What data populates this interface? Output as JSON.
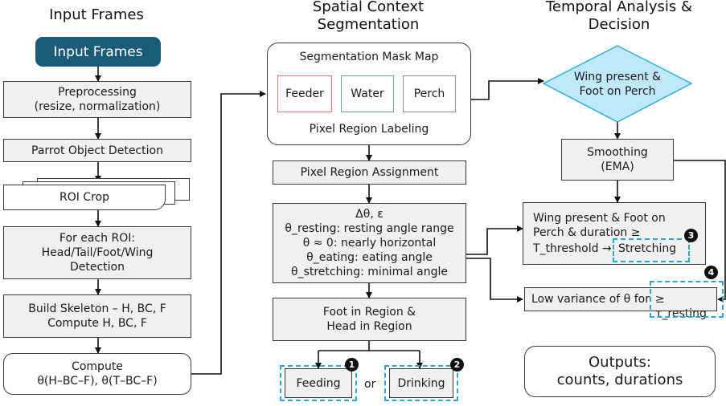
{
  "headers": {
    "col1": "Input Frames",
    "col2_line1": "Spatial Context",
    "col2_line2": "Segmentation",
    "col3_line1": "Temporal Analysis &",
    "col3_line2": "Decision"
  },
  "col1": {
    "input_frames": "Input Frames",
    "preprocessing": "Preprocessing\n(resize, normalization)",
    "detection": "Parrot Object Detection",
    "roi_crop": "ROI Crop",
    "per_roi": "For each ROI:\nHead/Tail/Foot/Wing\nDetection",
    "skeleton": "Build Skeleton – H, BC, F\nCompute H, BC, F",
    "compute": "Compute\nθ(H–BC–F), θ(T–BC–F)"
  },
  "col2": {
    "mask_title": "Segmentation Mask Map",
    "regions": [
      {
        "label": "Feeder",
        "color": "#e07a7a"
      },
      {
        "label": "Water",
        "color": "#5fb27a"
      },
      {
        "label": "Perch",
        "color": "#7a8fd0"
      }
    ],
    "mask_footer": "Pixel Region Labeling",
    "assignment": "Pixel Region Assignment",
    "angles": "Δθ, ε\nθ_resting: resting angle range\nθ ≈ 0: nearly horizontal\nθ_eating: eating angle\nθ_stretching: minimal angle",
    "foot_head": "Foot in Region &\nHead in Region",
    "feeding": "Feeding",
    "or_text": "or",
    "drinking": "Drinking",
    "badge1": "1",
    "badge2": "2"
  },
  "col3": {
    "decision": "Wing present &\nFoot on Perch",
    "smoothing": "Smoothing\n(EMA)",
    "stretch_rule_line1": "Wing present & Foot on",
    "stretch_rule_line2": "Perch & duration ≥",
    "stretch_rule_line3": "T_threshold →",
    "stretching": "Stretching",
    "resting_rule": "Low variance of θ for",
    "resting": "≥ τ_resting",
    "badge3": "3",
    "badge4": "4",
    "outputs": "Outputs:\ncounts, durations"
  },
  "colors": {
    "pill": "#1b5a78",
    "decision_fill": "#bfe9fb",
    "decision_stroke": "#2aaee6",
    "dash": "#27a6d8",
    "box_fill": "#f0f0f0"
  }
}
